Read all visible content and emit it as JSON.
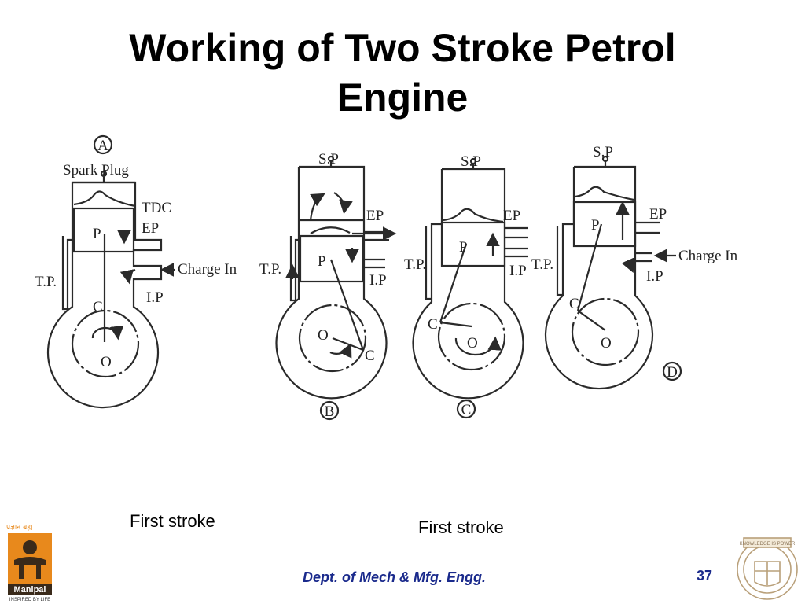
{
  "slide": {
    "title_line1": "Working of Two Stroke Petrol",
    "title_line2": "Engine",
    "caption_left": "First stroke",
    "caption_right": "First stroke",
    "footer": "Dept. of Mech & Mfg. Engg.",
    "page_number": "37"
  },
  "logos": {
    "left_hindi": "प्रज्ञान ब्रह्म",
    "left_name": "Manipal",
    "left_tagline": "INSPIRED BY LIFE",
    "right_banner": "KNOWLEDGE IS POWER"
  },
  "diagram": {
    "panel_a": {
      "marker": "A",
      "spark_plug": "Spark Plug",
      "tdc": "TDC",
      "ep": "EP",
      "piston": "P",
      "charge_in": "Charge In",
      "tp": "T.P.",
      "crank_pin": "C",
      "ip": "I.P",
      "crank_center": "O"
    },
    "panel_b": {
      "marker": "B",
      "sp": "S.P",
      "ep": "EP",
      "tp": "T.P.",
      "piston": "P",
      "ip": "I.P",
      "crank_center": "O",
      "crank_pin": "C"
    },
    "panel_c": {
      "marker": "C",
      "sp": "S.P",
      "ep": "EP",
      "tp": "T.P.",
      "piston": "P",
      "ip": "I.P",
      "crank_pin": "C",
      "crank_center": "O"
    },
    "panel_d": {
      "marker": "D",
      "sp": "S.P",
      "ep": "EP",
      "tp": "T.P.",
      "piston": "P",
      "charge_in": "Charge In",
      "ip": "I.P",
      "crank_pin": "C",
      "crank_center": "O"
    }
  },
  "colors": {
    "footer_text": "#1a2a8c",
    "diagram_ink": "#2a2a2a",
    "logo_orange": "#e8891c"
  }
}
